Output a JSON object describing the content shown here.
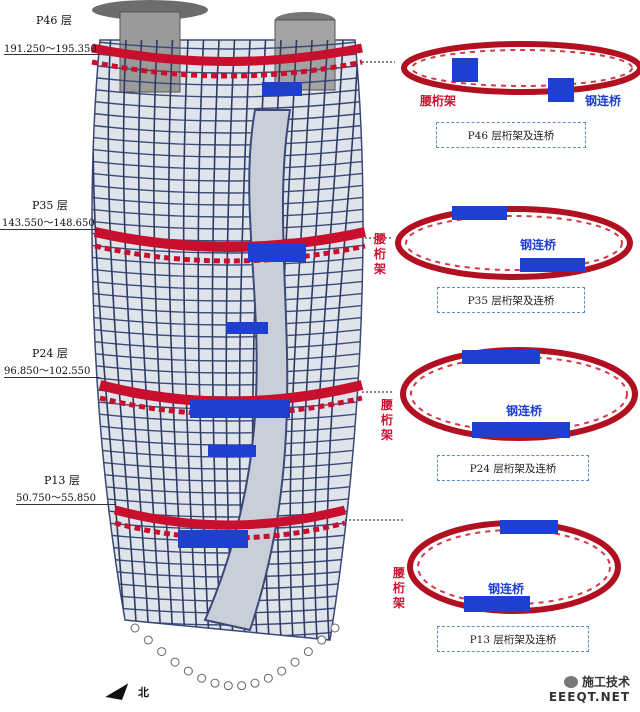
{
  "levels": [
    {
      "title": "P46 层",
      "elevation": "191.250～195.350"
    },
    {
      "title": "P35 层",
      "elevation": "143.550～148.650"
    },
    {
      "title": "P24 层",
      "elevation": "96.850～102.550"
    },
    {
      "title": "P13 层",
      "elevation": "50.750～55.850"
    }
  ],
  "details": [
    {
      "truss_label": "腰桁架",
      "bridge_label": "钢连桥",
      "caption": "P46 层桁架及连桥"
    },
    {
      "truss_label": "腰桁架",
      "bridge_label": "钢连桥",
      "caption": "P35 层桁架及连桥"
    },
    {
      "truss_label": "腰桁架",
      "bridge_label": "钢连桥",
      "caption": "P24 层桁架及连桥"
    },
    {
      "truss_label": "腰桁架",
      "bridge_label": "钢连桥",
      "caption": "P13 层桁架及连桥"
    }
  ],
  "north_label": "北",
  "watermark": {
    "line1": "施工技术",
    "line2": "EEEQT.NET"
  },
  "colors": {
    "frame": "#3b4a78",
    "truss": "#c8102e",
    "bridge": "#1f3fd0",
    "core": "#8a8a8a",
    "caption_border": "#5b8fc9"
  },
  "icons": [
    "north-arrow-icon",
    "wechat-icon"
  ]
}
